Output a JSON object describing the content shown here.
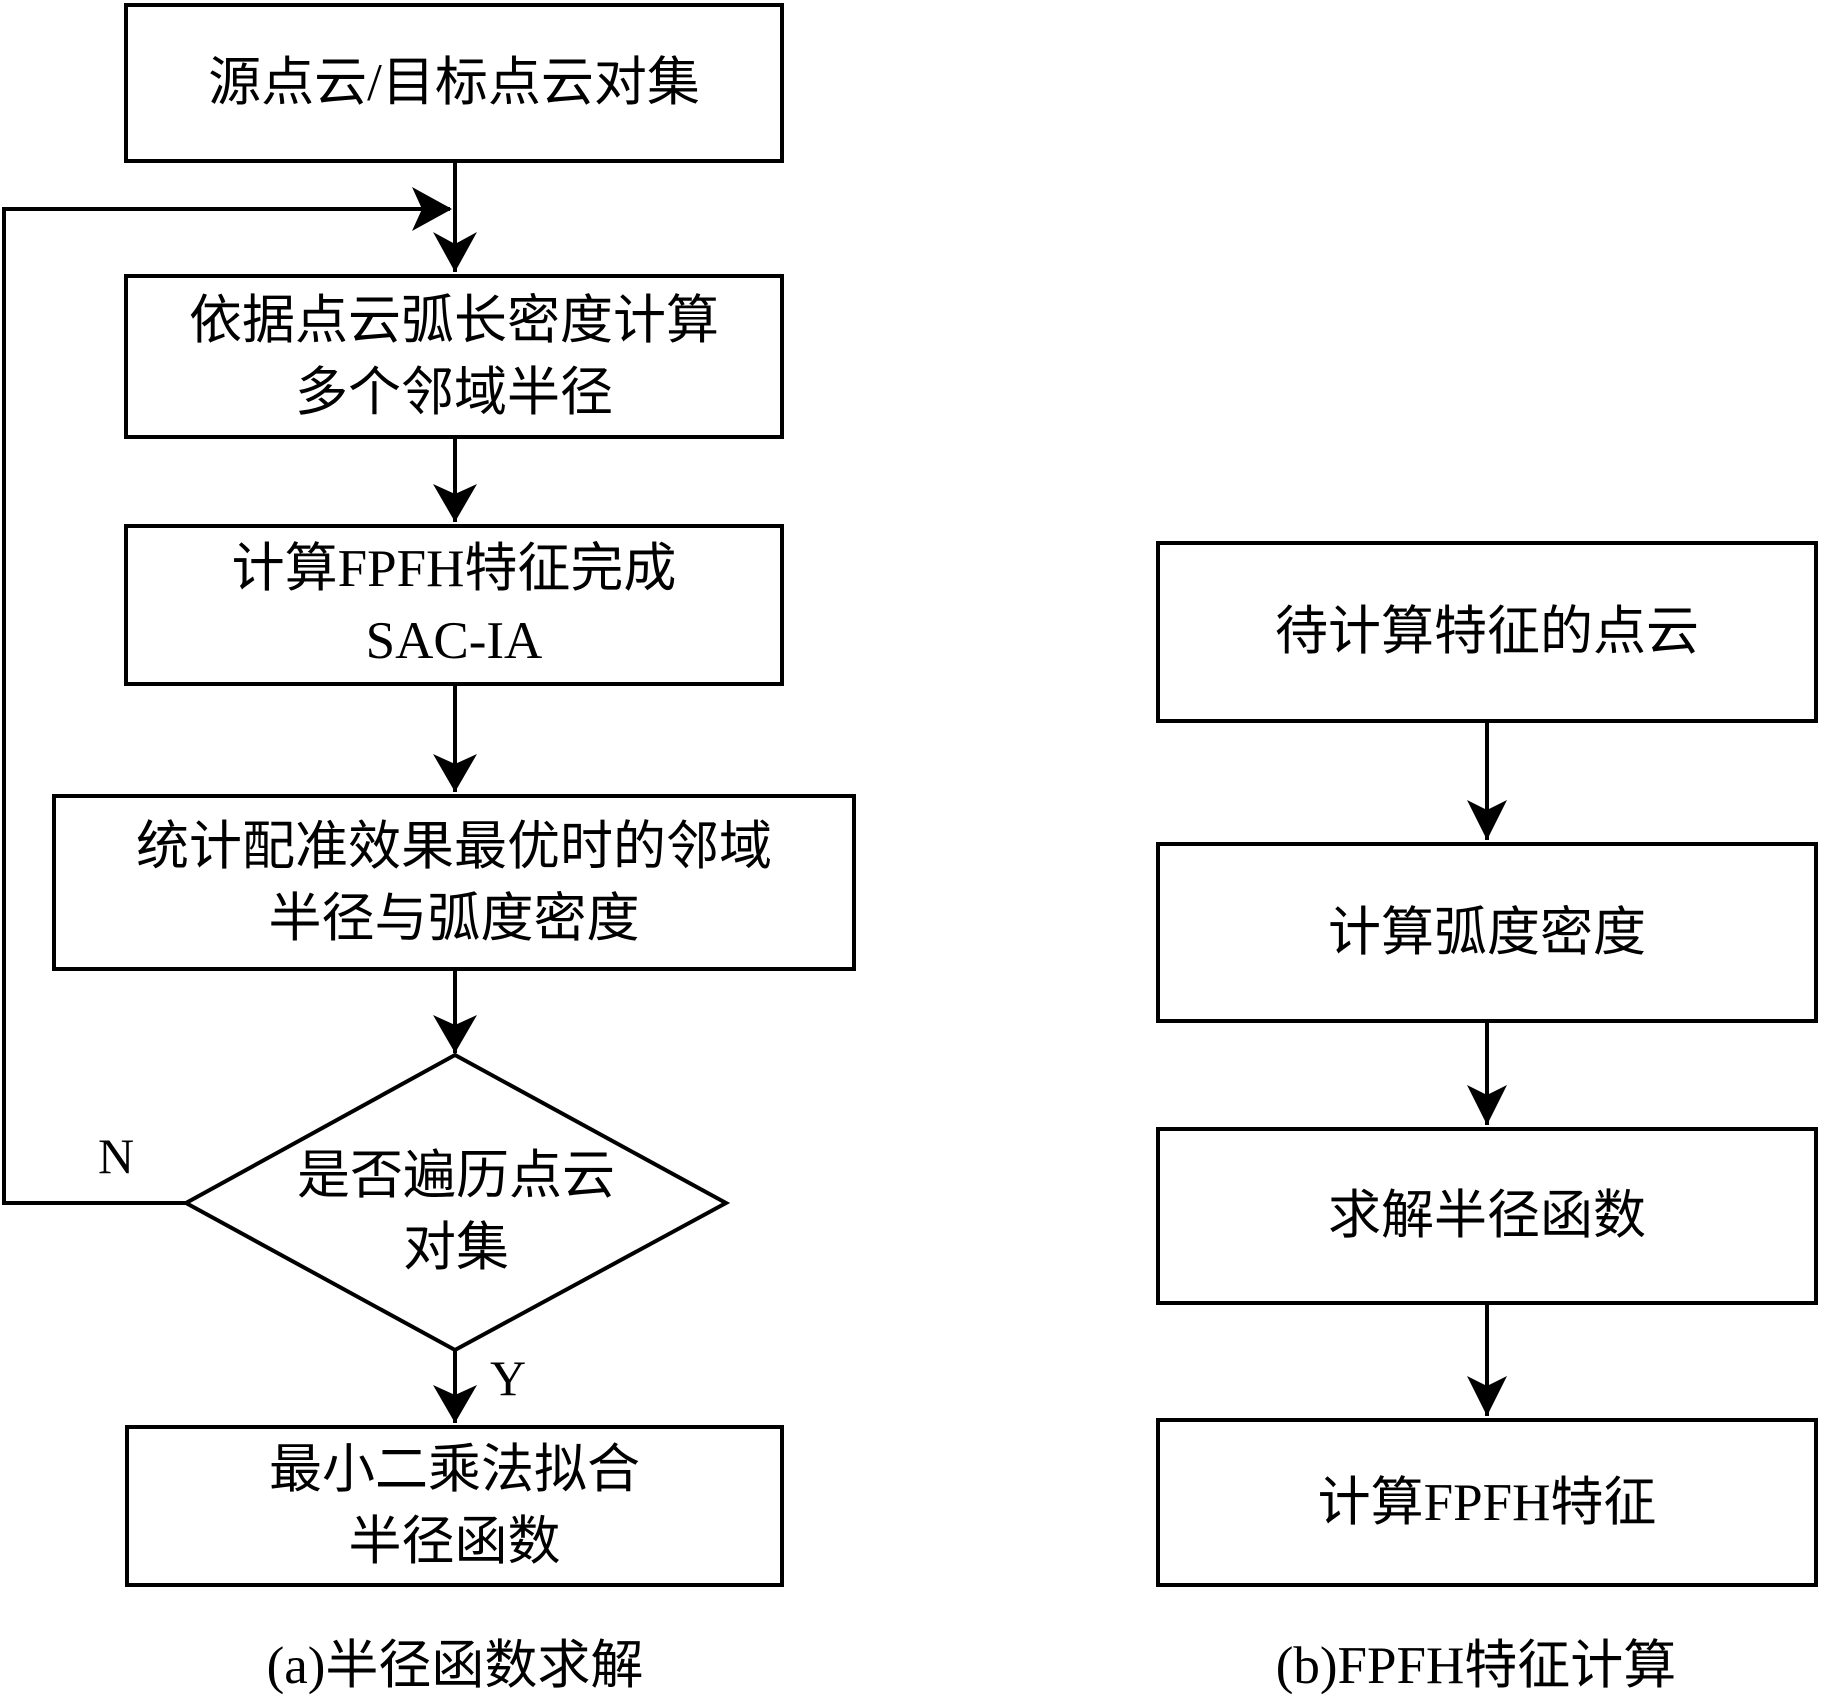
{
  "figure": {
    "panel_a": {
      "caption": "(a)半径函数求解",
      "steps": [
        {
          "lines": [
            "源点云/目标点云对集"
          ]
        },
        {
          "lines": [
            "依据点云弧长密度计算",
            "多个邻域半径"
          ]
        },
        {
          "lines": [
            "计算FPFH特征完成",
            "SAC-IA"
          ]
        },
        {
          "lines": [
            "统计配准效果最优时的邻域",
            "半径与弧度密度"
          ]
        }
      ],
      "decision": {
        "lines": [
          "是否遍历点云",
          "对集"
        ],
        "no_label": "N",
        "yes_label": "Y"
      },
      "final_step": {
        "lines": [
          "最小二乘法拟合",
          "半径函数"
        ]
      }
    },
    "panel_b": {
      "caption": "(b)FPFH特征计算",
      "steps": [
        {
          "lines": [
            "待计算特征的点云"
          ]
        },
        {
          "lines": [
            "计算弧度密度"
          ]
        },
        {
          "lines": [
            "求解半径函数"
          ]
        },
        {
          "lines": [
            "计算FPFH特征"
          ]
        }
      ]
    }
  }
}
